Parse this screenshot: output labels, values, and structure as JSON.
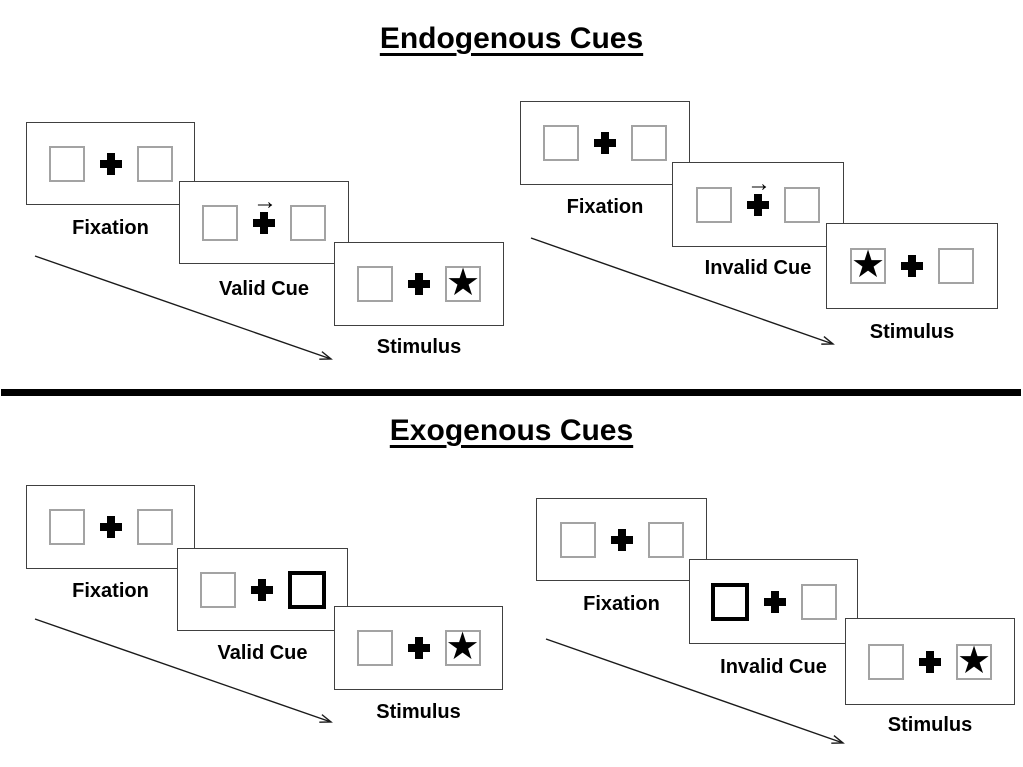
{
  "icons": {
    "star": "★",
    "cue_arrow": "→"
  },
  "colors": {
    "background": "#ffffff",
    "panel_border": "#404040",
    "box_border": "#a3a3a3",
    "cue_box_border": "#000000",
    "text": "#000000",
    "divider": "#000000",
    "arrow": "#1a1a1a"
  },
  "sections": [
    {
      "title": "Endogenous Cues",
      "groups": [
        {
          "name": "valid-trial",
          "panels": [
            {
              "label": "Fixation",
              "cue": "none",
              "stimulus": "none"
            },
            {
              "label": "Valid Cue",
              "cue": "arrow-right-above-cross",
              "stimulus": "none"
            },
            {
              "label": "Stimulus",
              "cue": "none",
              "stimulus": "star-right"
            }
          ]
        },
        {
          "name": "invalid-trial",
          "panels": [
            {
              "label": "Fixation",
              "cue": "none",
              "stimulus": "none"
            },
            {
              "label": "Invalid Cue",
              "cue": "arrow-right-above-cross",
              "stimulus": "none"
            },
            {
              "label": "Stimulus",
              "cue": "none",
              "stimulus": "star-left"
            }
          ]
        }
      ]
    },
    {
      "title": "Exogenous Cues",
      "groups": [
        {
          "name": "valid-trial",
          "panels": [
            {
              "label": "Fixation",
              "cue": "none",
              "stimulus": "none"
            },
            {
              "label": "Valid Cue",
              "cue": "thick-box-right",
              "stimulus": "none"
            },
            {
              "label": "Stimulus",
              "cue": "none",
              "stimulus": "star-right"
            }
          ]
        },
        {
          "name": "invalid-trial",
          "panels": [
            {
              "label": "Fixation",
              "cue": "none",
              "stimulus": "none"
            },
            {
              "label": "Invalid Cue",
              "cue": "thick-box-left",
              "stimulus": "none"
            },
            {
              "label": "Stimulus",
              "cue": "none",
              "stimulus": "star-right"
            }
          ]
        }
      ]
    }
  ]
}
